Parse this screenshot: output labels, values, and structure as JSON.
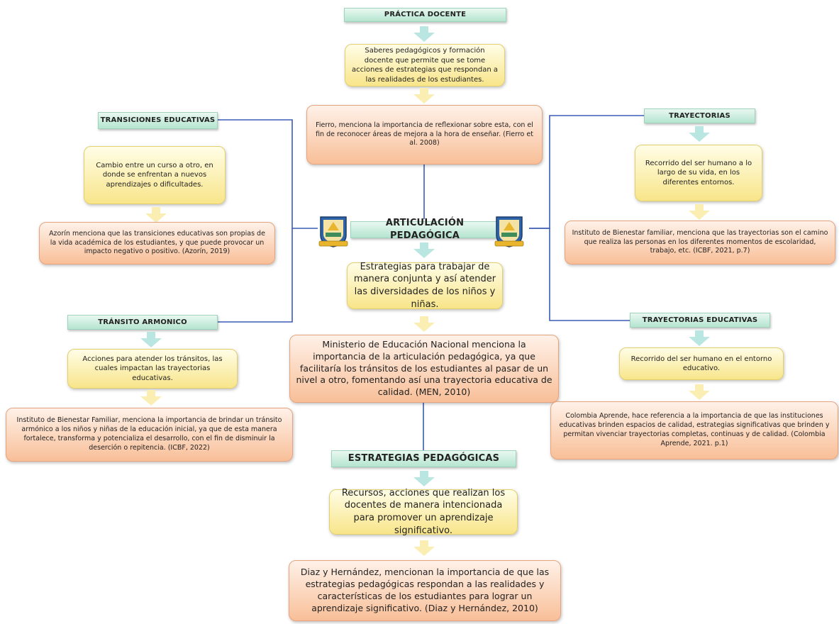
{
  "practica": {
    "title": "PRÁCTICA DOCENTE",
    "def": "Saberes pedagógicos y formación docente que permite que se tome acciones de estrategias que respondan a las realidades de los estudiantes.",
    "cite": "Fierro, menciona la importancia de reflexionar sobre esta, con el fin de reconocer áreas de mejora a la hora de enseñar. (Fierro et al. 2008)"
  },
  "transiciones": {
    "title": "TRANSICIONES EDUCATIVAS",
    "def": "Cambio entre un curso a otro, en donde se enfrentan a nuevos aprendizajes o dificultades.",
    "cite": "Azorín menciona que las transiciones educativas son propias de la vida académica de los estudiantes, y que puede provocar un impacto negativo o positivo. (Azorín, 2019)"
  },
  "transito": {
    "title": "TRÁNSITO ARMONICO",
    "def": "Acciones para atender los tránsitos, las cuales impactan las trayectorias educativas.",
    "cite": "Instituto de Bienestar Familiar, menciona la importancia de brindar un tránsito armónico a los niños y niñas de la educación inicial, ya que de esta manera fortalece, transforma y potencializa el desarrollo, con el fin de disminuir la deserción o repitencia. (ICBF, 2022)"
  },
  "articulacion": {
    "title": "ARTICULACIÓN PEDAGÓGICA",
    "def": "Estrategias para trabajar de manera conjunta y así atender las diversidades de los niños y niñas.",
    "cite": "Ministerio de Educación Nacional menciona la importancia de la articulación pedagógica, ya que facilitaría los tránsitos de los estudiantes al pasar de un nivel a otro, fomentando así una trayectoria educativa de calidad. (MEN, 2010)"
  },
  "trayectorias": {
    "title": "TRAYECTORIAS",
    "def": "Recorrido del ser humano a lo largo de su vida, en los diferentes entornos.",
    "cite": "Instituto de Bienestar familiar, menciona que las trayectorias son el camino que realiza las personas en los diferentes momentos de escolaridad, trabajo, etc. (ICBF, 2021, p.7)"
  },
  "trayectorias_edu": {
    "title": "TRAYECTORIAS EDUCATIVAS",
    "def": "Recorrido del ser humano en el entorno educativo.",
    "cite": "Colombia Aprende, hace referencia a la importancia de que las instituciones educativas brinden espacios de calidad, estrategias significativas que brinden y permitan vivenciar trayectorias completas, continuas y de calidad. (Colombia Aprende, 2021. p.1)"
  },
  "estrategias": {
    "title": "ESTRATEGIAS PEDAGÓGICAS",
    "def": "Recursos, acciones que realizan los docentes de manera intencionada para promover un aprendizaje significativo.",
    "cite": "Diaz y Hernández, mencionan la importancia de que las estrategias pedagógicas respondan a las realidades y características de los estudiantes para lograr un aprendizaje significativo. (Diaz y Hernández, 2010)"
  },
  "colors": {
    "header": "#b4e5cf",
    "definition": "#f8e58a",
    "citation": "#f8bf98",
    "connector": "#3b5bb5",
    "arrow_teal": "#b9e6e0",
    "arrow_gold": "#fbeeb3"
  }
}
